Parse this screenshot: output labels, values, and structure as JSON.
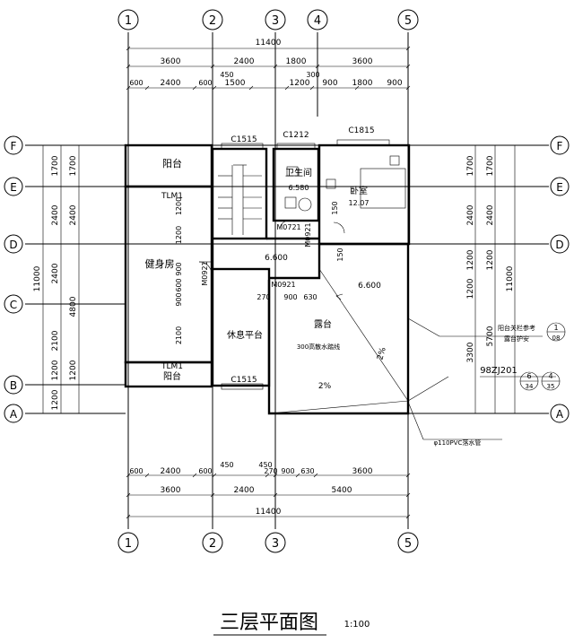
{
  "grid": {
    "top": [
      "1",
      "2",
      "3",
      "4",
      "5"
    ],
    "bottom": [
      "1",
      "2",
      "3",
      "5"
    ],
    "left": [
      "F",
      "E",
      "D",
      "C",
      "B",
      "A"
    ],
    "right": [
      "F",
      "E",
      "D",
      "A"
    ]
  },
  "dims": {
    "top_total": "11400",
    "top_mid": [
      "3600",
      "2400",
      "1800",
      "3600"
    ],
    "top_detail": [
      "600",
      "2400",
      "600",
      "1500",
      "1200",
      "900",
      "1800",
      "900"
    ],
    "top_small": [
      "450",
      "300"
    ],
    "bottom_total": "11400",
    "bottom_mid": [
      "3600",
      "2400",
      "5400"
    ],
    "bottom_detail": [
      "600",
      "2400",
      "600",
      "270",
      "900",
      "630",
      "3600"
    ],
    "bottom_small": [
      "450",
      "450"
    ],
    "left_outer": "11000",
    "left_mid": [
      "1700",
      "2400",
      "2400",
      "2100",
      "1200",
      "1200"
    ],
    "left_inner": [
      "1700",
      "2400",
      "4800",
      "1200"
    ],
    "right_inner": [
      "1700",
      "2400",
      "1200",
      "1200",
      "3300"
    ],
    "right_mid": [
      "1700",
      "2400",
      "1200",
      "5700"
    ],
    "right_outer": "11000",
    "left_room_v": [
      "1200",
      "1200",
      "900",
      "600",
      "900",
      "2100"
    ]
  },
  "rooms": {
    "balcony_top": "阳台",
    "gym": "健身房",
    "bathroom": "卫生间",
    "bedroom": "卧室",
    "rest_platform": "休息平台",
    "terrace": "露台",
    "balcony_bottom": "阳台"
  },
  "labels": {
    "c1515_top": "C1515",
    "c1212": "C1212",
    "c1815": "C1815",
    "c1515_bottom": "C1515",
    "tlm1_top": "TLM1",
    "tlm1_bottom": "TLM1",
    "m0721_a": "M0721",
    "m0921_a": "M0921",
    "m0921_b": "M0921",
    "m0921_c": "M0921",
    "elev_stair": "6.600",
    "elev_terrace": "6.600",
    "bath_elev": "6.580",
    "bed_dim": "12.07",
    "drain_note": "300高散水踏线",
    "slope_1": "2%",
    "slope_2": "2%",
    "dim_150a": "150",
    "dim_150b": "150",
    "dim_900": "900",
    "dim_270": "270",
    "dim_630": "630",
    "railing_note_1": "阳台关栏参考",
    "railing_note_2": "露台护安",
    "ref_code": "98ZJ201",
    "detail_a_top": "1",
    "detail_a_bottom": "08",
    "detail_b_top": "6",
    "detail_b_bottom": "34",
    "detail_c_top": "4",
    "detail_c_bottom": "35",
    "pipe_note": "φ110PVC落水管"
  },
  "title": {
    "main": "三层平面图",
    "scale": "1:100"
  }
}
